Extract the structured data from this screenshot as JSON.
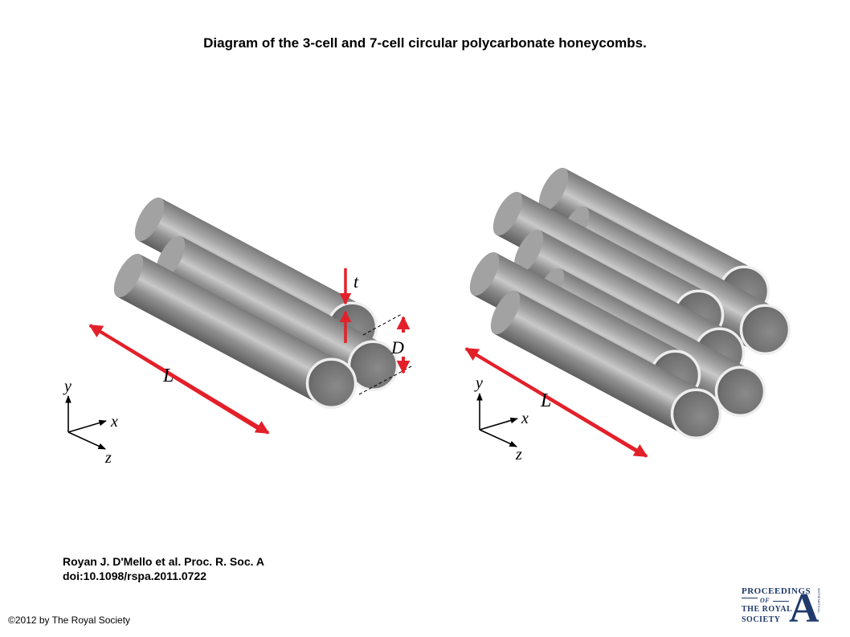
{
  "title": "Diagram of the 3-cell and 7-cell circular polycarbonate honeycombs.",
  "labels": {
    "thickness": "t",
    "diameter": "D",
    "length_left": "L",
    "length_right": "L",
    "axis_y_left": "y",
    "axis_x_left": "x",
    "axis_z_left": "z",
    "axis_y_right": "y",
    "axis_x_right": "x",
    "axis_z_right": "z"
  },
  "citation": {
    "line1": "Royan J. D'Mello et al. Proc. R. Soc. A",
    "line2": "doi:10.1098/rspa.2011.0722"
  },
  "copyright": "©2012 by The Royal Society",
  "logo": {
    "line1": "PROCEEDINGS",
    "line2": "OF",
    "line3": "THE ROYAL",
    "line4": "SOCIETY",
    "letter": "A",
    "side_text": "MATHEMATICAL, PHYSICAL & ENGINEERING SCIENCES"
  },
  "colors": {
    "tube_light": "#c6c6c6",
    "tube_mid": "#9a9a9a",
    "tube_dark": "#6b6b6b",
    "tube_rim": "#eeeeee",
    "arrow": "#e3202a",
    "logo": "#1f3a6b"
  }
}
